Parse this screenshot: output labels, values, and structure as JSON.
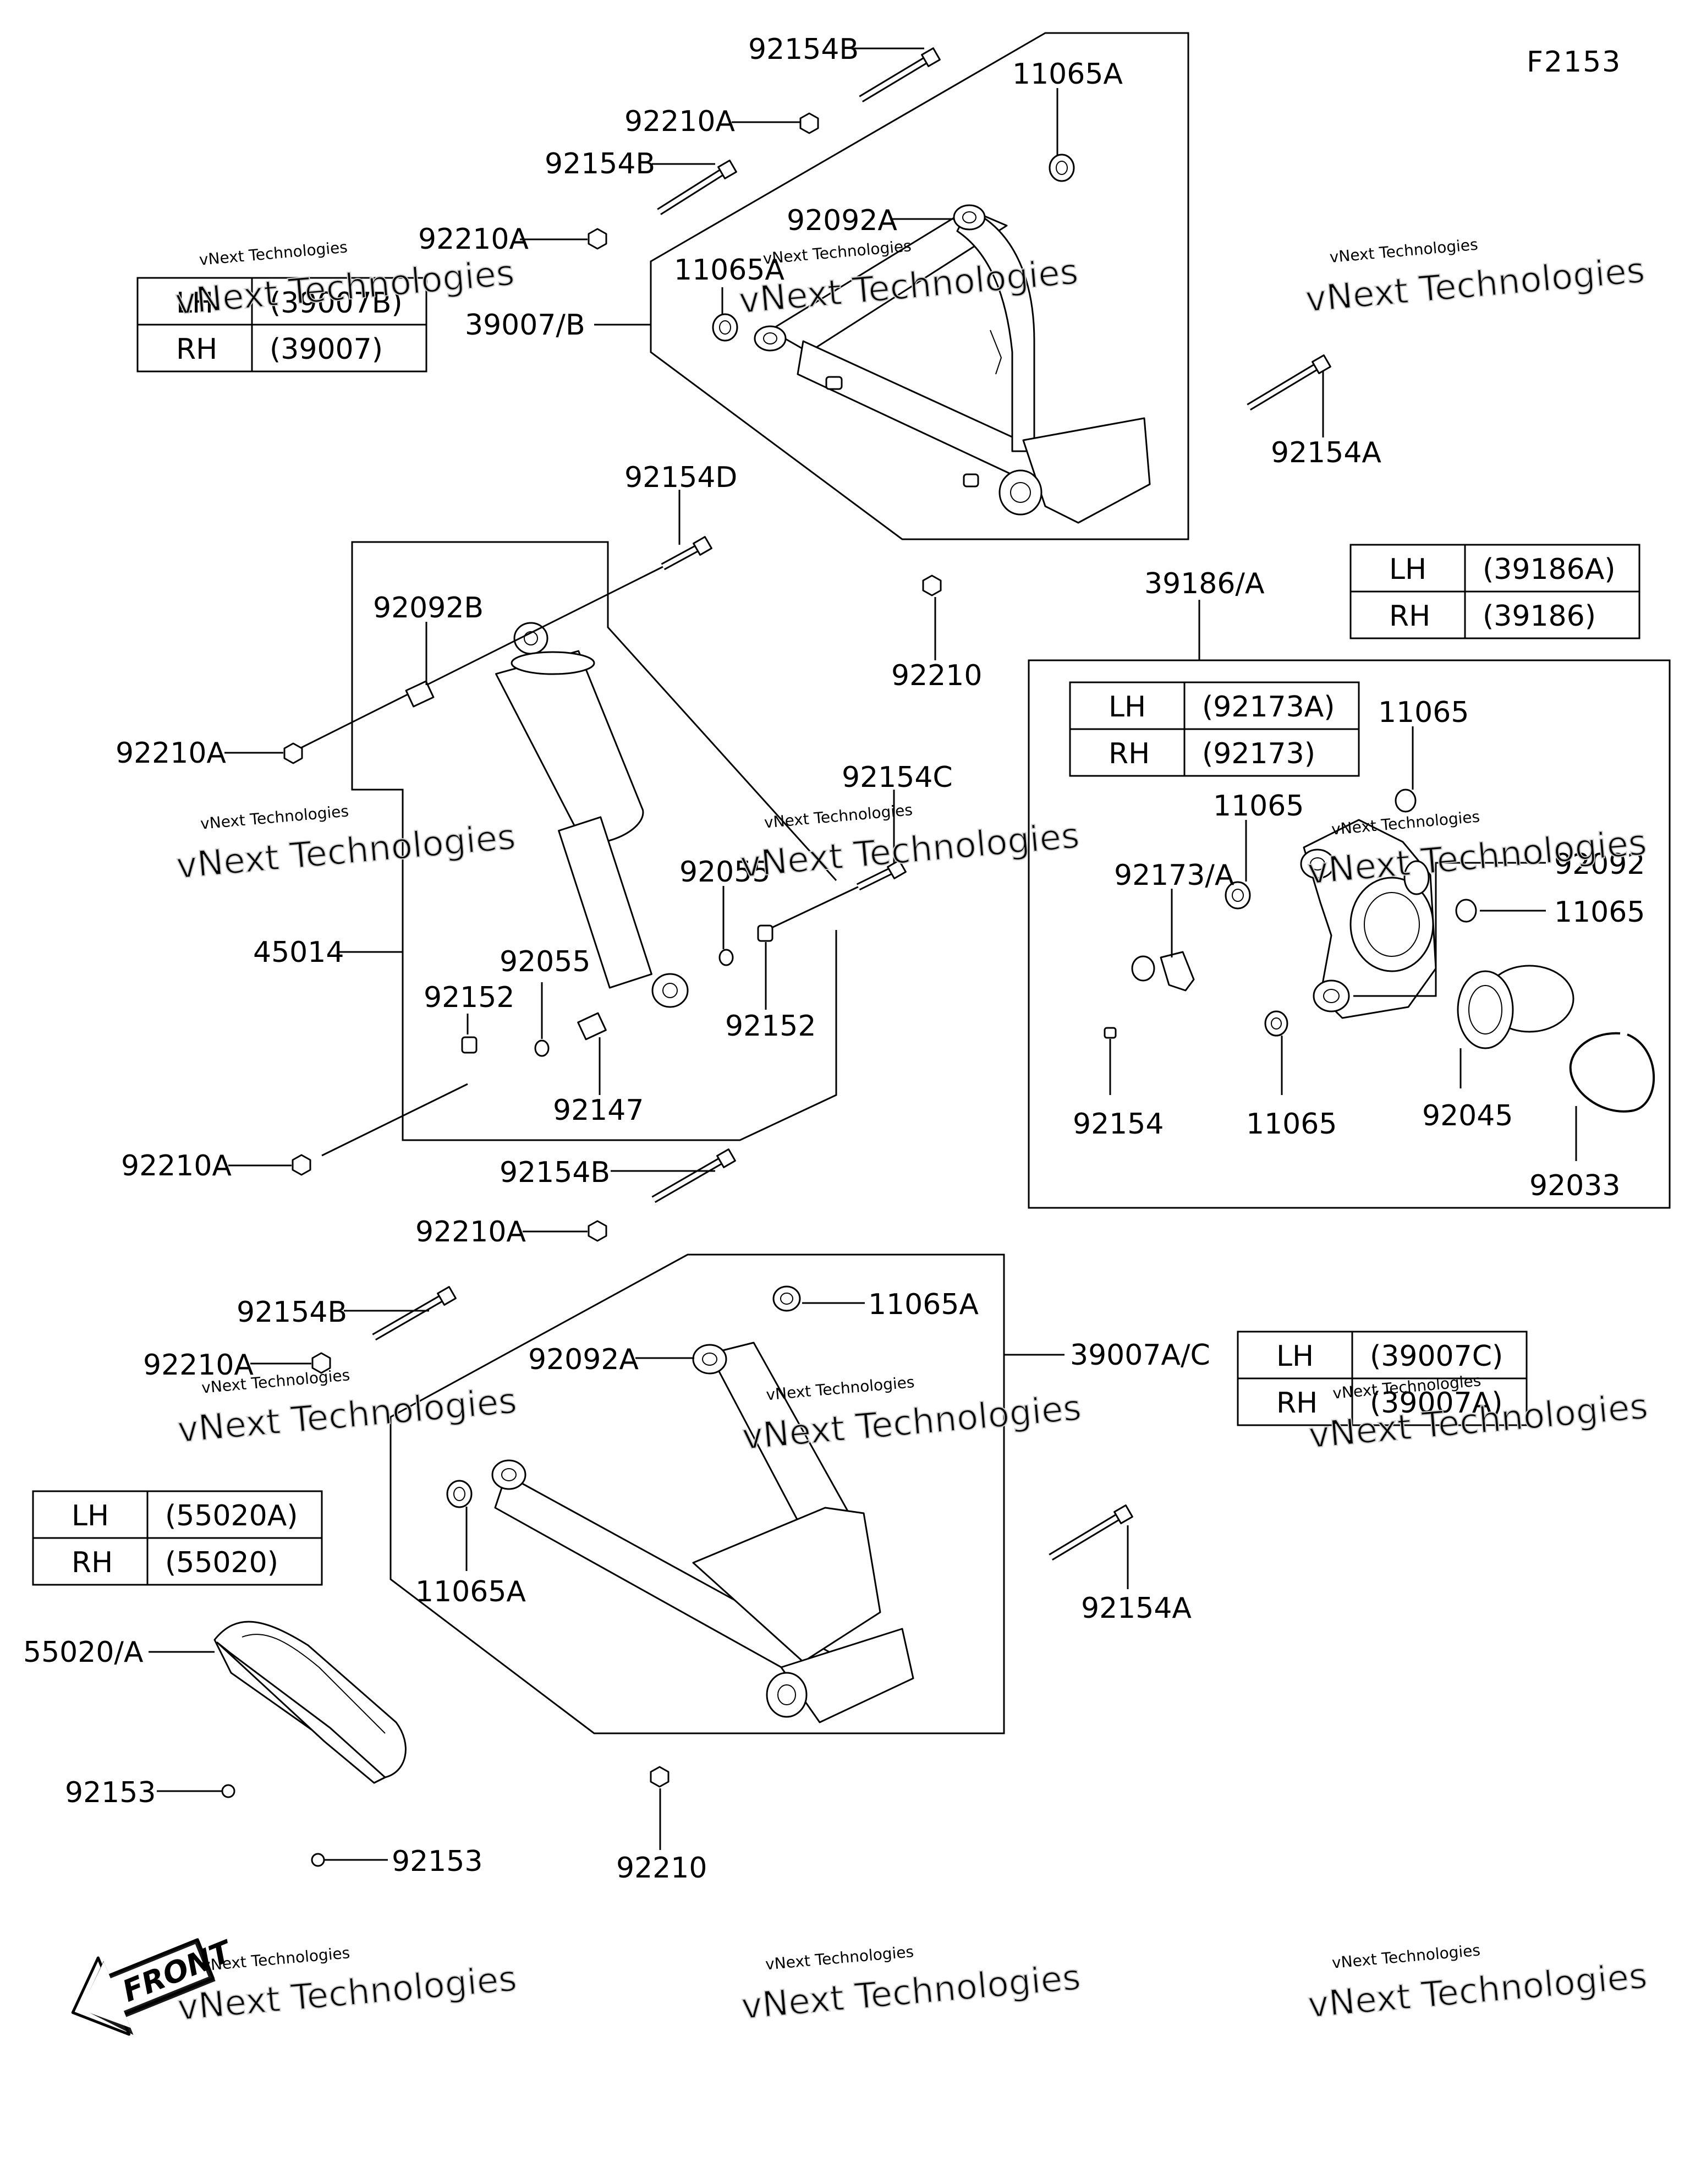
{
  "figure_code": "F2153",
  "callouts": [
    {
      "id": "c1",
      "text": "92154B"
    },
    {
      "id": "c2",
      "text": "11065A"
    },
    {
      "id": "c3",
      "text": "92210A"
    },
    {
      "id": "c4",
      "text": "92154B"
    },
    {
      "id": "c5",
      "text": "92092A"
    },
    {
      "id": "c6",
      "text": "92210A"
    },
    {
      "id": "c7",
      "text": "11065A"
    },
    {
      "id": "c8",
      "text": "39007/B"
    },
    {
      "id": "c9",
      "text": "92154A"
    },
    {
      "id": "c10",
      "text": "92154D"
    },
    {
      "id": "c11",
      "text": "92092B"
    },
    {
      "id": "c12",
      "text": "92210"
    },
    {
      "id": "c13",
      "text": "39186/A"
    },
    {
      "id": "c14",
      "text": "92210A"
    },
    {
      "id": "c15",
      "text": "92154C"
    },
    {
      "id": "c16",
      "text": "11065"
    },
    {
      "id": "c17",
      "text": "11065"
    },
    {
      "id": "c18",
      "text": "92055"
    },
    {
      "id": "c19",
      "text": "92173/A"
    },
    {
      "id": "c20",
      "text": "92092"
    },
    {
      "id": "c21",
      "text": "11065"
    },
    {
      "id": "c22",
      "text": "45014"
    },
    {
      "id": "c23",
      "text": "92055"
    },
    {
      "id": "c24",
      "text": "92152"
    },
    {
      "id": "c25",
      "text": "92152"
    },
    {
      "id": "c26",
      "text": "92147"
    },
    {
      "id": "c27",
      "text": "92154"
    },
    {
      "id": "c28",
      "text": "11065"
    },
    {
      "id": "c29",
      "text": "92045"
    },
    {
      "id": "c30",
      "text": "92210A"
    },
    {
      "id": "c31",
      "text": "92154B"
    },
    {
      "id": "c32",
      "text": "92033"
    },
    {
      "id": "c33",
      "text": "92210A"
    },
    {
      "id": "c34",
      "text": "92154B"
    },
    {
      "id": "c35",
      "text": "11065A"
    },
    {
      "id": "c36",
      "text": "92092A"
    },
    {
      "id": "c37",
      "text": "39007A/C"
    },
    {
      "id": "c38",
      "text": "92210A"
    },
    {
      "id": "c39",
      "text": "11065A"
    },
    {
      "id": "c40",
      "text": "92154A"
    },
    {
      "id": "c41",
      "text": "55020/A"
    },
    {
      "id": "c42",
      "text": "92153"
    },
    {
      "id": "c43",
      "text": "92153"
    },
    {
      "id": "c44",
      "text": "92210"
    }
  ],
  "side_tables": [
    {
      "id": "t1",
      "rows": [
        {
          "side": "LH",
          "part": "(39007B)"
        },
        {
          "side": "RH",
          "part": "(39007)"
        }
      ]
    },
    {
      "id": "t2",
      "rows": [
        {
          "side": "LH",
          "part": "(39186A)"
        },
        {
          "side": "RH",
          "part": "(39186)"
        }
      ]
    },
    {
      "id": "t3",
      "rows": [
        {
          "side": "LH",
          "part": "(92173A)"
        },
        {
          "side": "RH",
          "part": "(92173)"
        }
      ]
    },
    {
      "id": "t4",
      "rows": [
        {
          "side": "LH",
          "part": "(39007C)"
        },
        {
          "side": "RH",
          "part": "(39007A)"
        }
      ]
    },
    {
      "id": "t5",
      "rows": [
        {
          "side": "LH",
          "part": "(55020A)"
        },
        {
          "side": "RH",
          "part": "(55020)"
        }
      ]
    }
  ],
  "front_arrow_label": "FRONT",
  "watermark": {
    "line1": "vNext Technologies",
    "line2": "vNext Technologies"
  }
}
